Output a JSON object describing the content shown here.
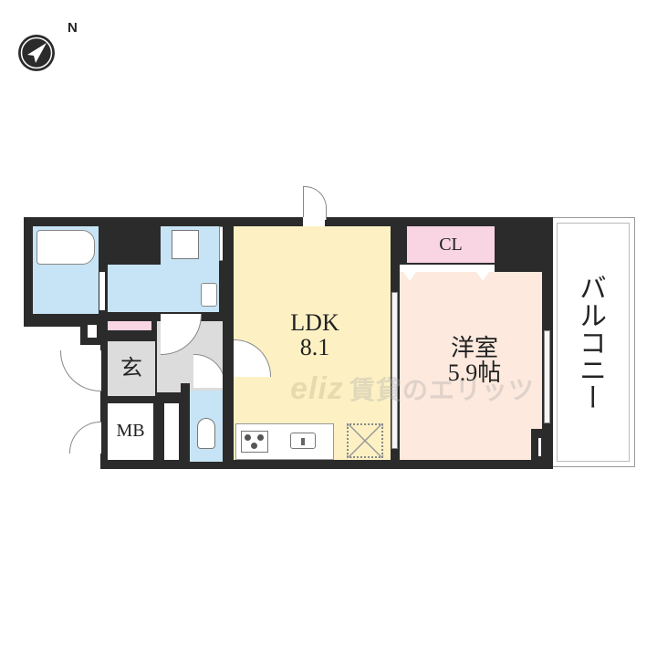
{
  "compass": {
    "direction_label": "N",
    "icon": "compass-north-arrow-icon"
  },
  "rooms": {
    "ldk": {
      "name": "LDK",
      "size": "8.1"
    },
    "western_room": {
      "name": "洋室",
      "size": "5.9帖"
    },
    "closet": {
      "name": "CL"
    },
    "entrance": {
      "name": "玄"
    },
    "meter_box": {
      "name": "MB"
    },
    "balcony": {
      "name": "バルコニー"
    }
  },
  "watermark": {
    "logo": "eliz",
    "text": "賃貸のエリッツ"
  },
  "colors": {
    "wall": "#2b2b2b",
    "ldk": "#fdf1c4",
    "western_room": "#fde9de",
    "closet": "#f9d4e3",
    "wet_area": "#c6e4f5",
    "entrance": "#dcdcdc",
    "balcony": "#ffffff"
  }
}
